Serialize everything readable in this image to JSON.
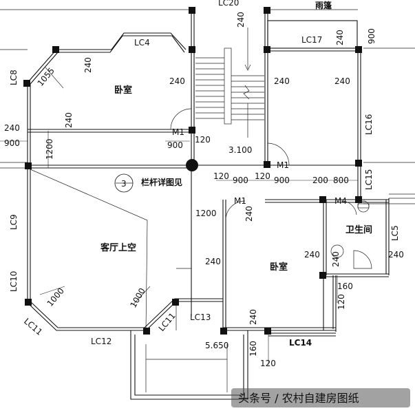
{
  "rooms": {
    "bedroom_nw": "卧室",
    "bedroom_se": "卧室",
    "living_void": "客厅上空",
    "bathroom": "卫生间"
  },
  "notes": {
    "canopy": "雨篷",
    "railing": "栏杆详图见",
    "axis_marker": "3",
    "elev_stair": "3.100",
    "elev_balcony": "5.650"
  },
  "windows": {
    "lc20": "LC20",
    "lc4": "LC4",
    "lc17": "LC17",
    "lc8": "LC8",
    "lc16": "LC16",
    "lc15": "LC15",
    "lc9": "LC9",
    "lc5": "LC5",
    "lc10": "LC10",
    "lc11a": "LC11",
    "lc11b": "LC11",
    "lc12": "LC12",
    "lc13": "LC13",
    "lc14": "LC14"
  },
  "doors": {
    "m1a": "M1",
    "m1b": "M1",
    "m1c": "M1",
    "m4": "M4"
  },
  "dims": {
    "d240_stair": "240",
    "d900_tr": "900",
    "d240_lc4": "240",
    "d240_bed": "240",
    "d240_stair_r": "240",
    "d240_right": "240",
    "d240_right2": "240",
    "d1055": "1055",
    "d240_left": "240",
    "d240_l2": "240",
    "d900_l": "900",
    "d1200_l": "1200",
    "d900_m1": "900",
    "d120_m1": "120",
    "d120_a": "120",
    "d900_b": "900",
    "d120_b": "120",
    "d900_c": "900",
    "d200": "200",
    "d800": "800",
    "d1200_c": "1200",
    "d240_m": "240",
    "d240_m2": "240",
    "d240_bath": "240",
    "d240_bath2": "240",
    "d240_r": "240",
    "d160_a": "160",
    "d120_c": "120",
    "d1000_a": "1000",
    "d1000_b": "1000",
    "d240_bot": "240",
    "d160_b": "160",
    "d120_d": "120"
  },
  "watermark": "头条号 / 农村自建房图纸"
}
